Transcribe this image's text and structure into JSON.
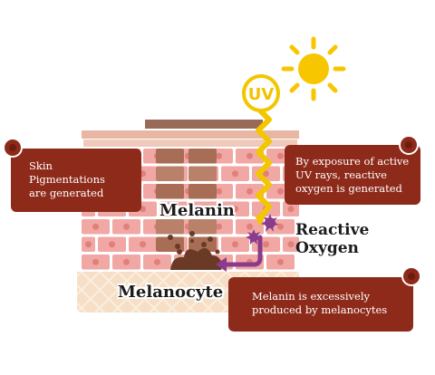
{
  "labels": {
    "uv": "UV",
    "melanin": "Melanin",
    "reactive_oxygen": [
      "Reactive",
      "Oxygen"
    ],
    "melanocyte": "Melanocyte"
  },
  "callouts": {
    "skin_pigmentation": [
      "Skin",
      "Pigmentations",
      "are generated"
    ],
    "uv_exposure": [
      "By exposure of active",
      "UV rays, reactive",
      "oxygen is generated"
    ],
    "melanin_production": [
      "Melanin is excessively",
      "produced by melanocytes"
    ]
  },
  "colors": {
    "callout": "#8e2a1a",
    "sun": "#f7c600",
    "skin_cell": "#f1a7a4",
    "pigment_cell": "#a86d55",
    "base_layer": "#f5dcc0",
    "arrow": "#8a3b8c"
  }
}
